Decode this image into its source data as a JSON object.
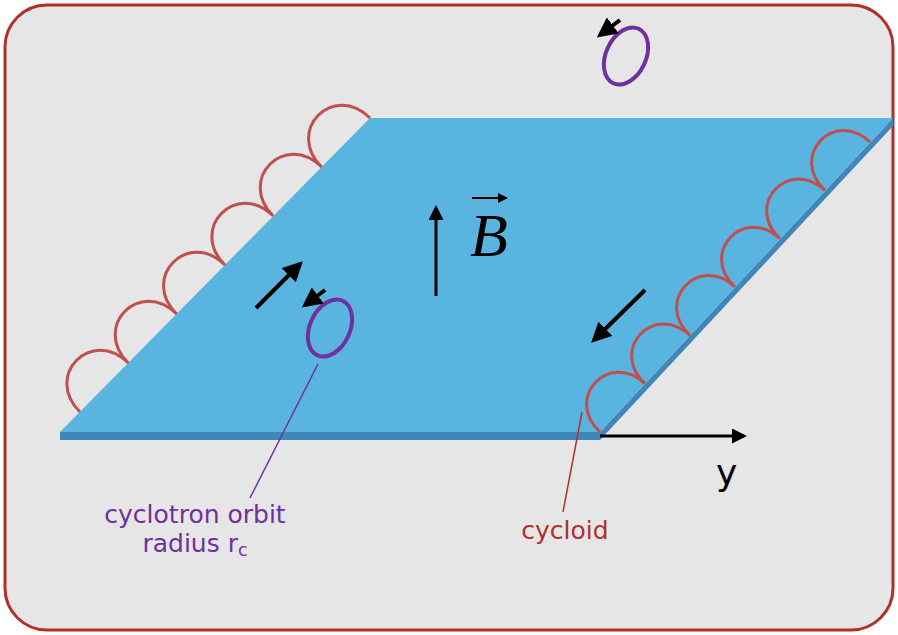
{
  "diagram": {
    "labels": [
      "B",
      "y",
      "cyclotron orbit radius rc",
      "cycloid"
    ]
  }
}
